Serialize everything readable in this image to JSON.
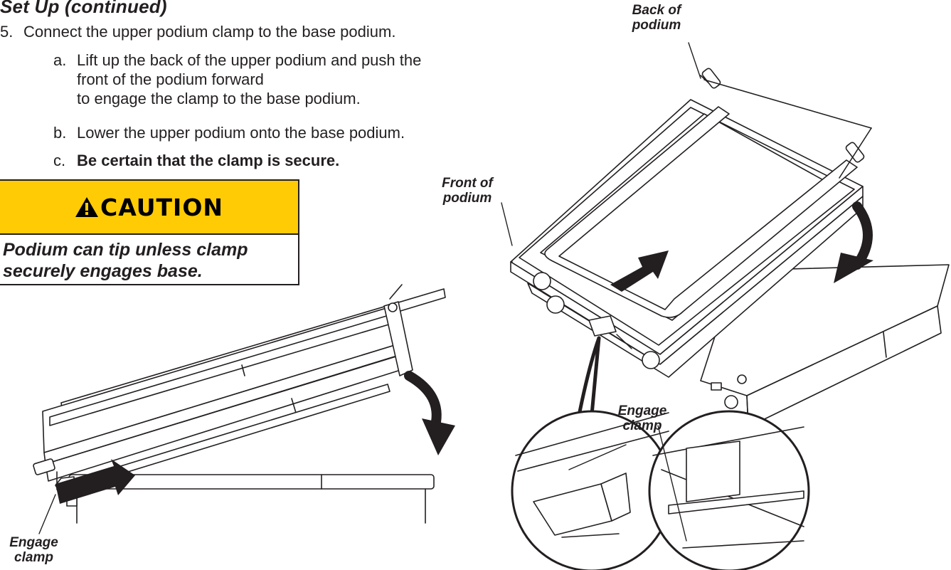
{
  "page": {
    "title": "Set Up (continued)",
    "step": {
      "number": "5.",
      "text": "Connect the upper podium clamp to the base podium.",
      "substeps": [
        {
          "label": "a.",
          "lines": [
            "Lift up the back of the upper podium and push the",
            "front of the podium forward",
            "to engage the clamp to the base podium."
          ]
        },
        {
          "label": "b.",
          "lines": [
            "Lower the upper podium onto the base podium."
          ]
        },
        {
          "label": "c.",
          "lines": [
            "Be certain that the clamp is secure."
          ]
        }
      ]
    },
    "caution": {
      "heading": "CAUTION",
      "lines": [
        "Podium can tip unless clamp",
        "securely engages base."
      ]
    }
  },
  "figure": {
    "callouts": {
      "back_of_podium": [
        "Back of",
        "podium"
      ],
      "front_of_podium": [
        "Front of",
        "podium"
      ],
      "engage_clamp_right": [
        "Engage",
        "clamp"
      ],
      "engage_clamp_left": [
        "Engage",
        "clamp"
      ]
    }
  },
  "colors": {
    "caution_yellow": "#ffcb05",
    "ink": "#231f20"
  },
  "icons": {
    "caution_symbol": "warning-triangle-icon"
  }
}
